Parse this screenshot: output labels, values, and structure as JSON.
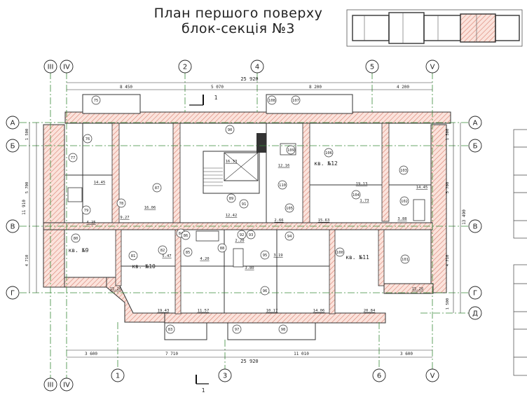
{
  "title": {
    "line1": "План першого поверху",
    "line2": "блок-секція №3"
  },
  "axes_top": [
    "III",
    "IV",
    "2",
    "4",
    "5",
    "V"
  ],
  "axes_bottom": [
    "III",
    "IV",
    "1",
    "3",
    "6",
    "V"
  ],
  "axes_side": [
    "А",
    "Б",
    "В",
    "Г",
    "Д"
  ],
  "overall": {
    "top_dim": "25 920",
    "bottom_dim": "25 920",
    "left_dim": "11 910",
    "right_dim": "13 490"
  },
  "dims_top": [
    "8 450",
    "5 070",
    "8 200",
    "4 200"
  ],
  "dims_bottom": [
    "3 600",
    "7 710",
    "11 010",
    "3 600"
  ],
  "dims_left": [
    "1 500",
    "5 700",
    "4 710"
  ],
  "dims_right": [
    "1 500",
    "5 700",
    "4 710",
    "1 500"
  ],
  "apartments": [
    "кв. №9",
    "кв. №10",
    "кв. №11",
    "кв. №12"
  ],
  "rooms": [
    {
      "no": "75"
    },
    {
      "no": "76"
    },
    {
      "no": "77"
    },
    {
      "no": "78"
    },
    {
      "no": "79"
    },
    {
      "no": "80"
    },
    {
      "no": "81"
    },
    {
      "no": "82"
    },
    {
      "no": "83"
    },
    {
      "no": "84"
    },
    {
      "no": "85"
    },
    {
      "no": "86"
    },
    {
      "no": "87"
    },
    {
      "no": "88"
    },
    {
      "no": "89"
    },
    {
      "no": "90"
    },
    {
      "no": "91"
    },
    {
      "no": "92"
    },
    {
      "no": "93"
    },
    {
      "no": "94"
    },
    {
      "no": "95"
    },
    {
      "no": "96"
    },
    {
      "no": "97"
    },
    {
      "no": "98"
    },
    {
      "no": "100"
    },
    {
      "no": "101"
    },
    {
      "no": "102"
    },
    {
      "no": "103"
    },
    {
      "no": "104"
    },
    {
      "no": "105"
    },
    {
      "no": "106"
    },
    {
      "no": "107"
    },
    {
      "no": "108"
    },
    {
      "no": "109"
    },
    {
      "no": "110"
    }
  ],
  "areas": [
    "14.45",
    "16.06",
    "9.27",
    "4.25",
    "12.42",
    "16.33",
    "12.16",
    "2.66",
    "15.63",
    "19.13",
    "14.45",
    "3.88",
    "5.47",
    "4.20",
    "2.20",
    "3.80",
    "3.19",
    "11.57",
    "19.43",
    "10.17",
    "14.06",
    "20.84",
    "15.26",
    "15.26",
    "1.73"
  ],
  "section_mark": "1"
}
